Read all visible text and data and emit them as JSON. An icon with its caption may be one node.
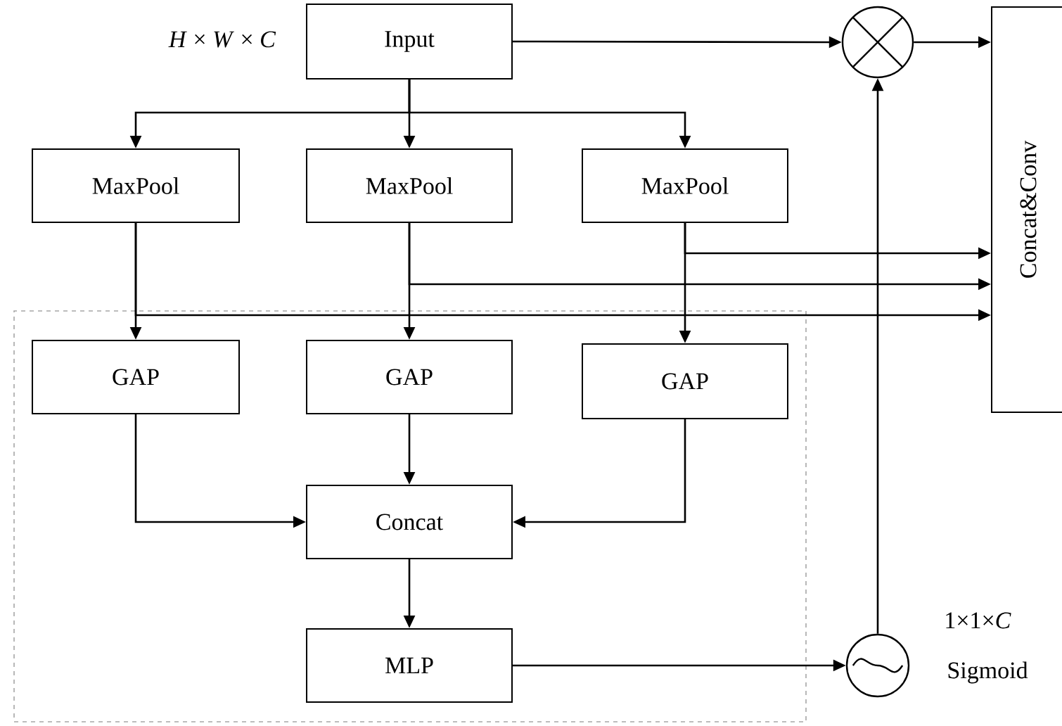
{
  "diagram": {
    "nodes": [
      {
        "text": [
          "Input"
        ],
        "beside": [
          "*H* × *W* × *C*"
        ]
      },
      {
        "text": [
          "MaxPool"
        ]
      },
      {
        "text": [
          "MaxPool"
        ]
      },
      {
        "text": [
          "MaxPool"
        ]
      },
      {
        "text": [],
        "shape": "box"
      },
      {
        "text": [
          "GAP"
        ],
        "in": 4
      },
      {
        "text": [
          "GAP"
        ],
        "in": 4
      },
      {
        "text": [
          "GAP"
        ],
        "in": 4
      },
      {
        "text": [
          "Concat"
        ],
        "in": 4
      },
      {
        "text": [
          "MLP"
        ],
        "in": 4
      },
      {
        "text": [],
        "shape": "circle"
      },
      {
        "text": [],
        "shape": "circle",
        "beside": [
          "1×1×*C*",
          "Sigmoid"
        ]
      },
      {
        "text": [
          "Concat&Conv"
        ]
      }
    ],
    "edges": [
      {
        "from": 0,
        "to": 1,
        "arrow": "to"
      },
      {
        "from": 0,
        "to": 2,
        "arrow": "to"
      },
      {
        "from": 0,
        "to": 3,
        "arrow": "to"
      },
      {
        "from": 0,
        "to": 10,
        "arrow": "to"
      },
      {
        "from": 1,
        "to": 5,
        "arrow": "to"
      },
      {
        "from": 2,
        "to": 6,
        "arrow": "to"
      },
      {
        "from": 3,
        "to": 7,
        "arrow": "to"
      },
      {
        "from": 3,
        "to": 12,
        "arrow": "to"
      },
      {
        "from": 2,
        "to": 12,
        "arrow": "to"
      },
      {
        "from": 1,
        "to": 12,
        "arrow": "to"
      },
      {
        "from": 5,
        "to": 8,
        "arrow": "to"
      },
      {
        "from": 6,
        "to": 8,
        "arrow": "to"
      },
      {
        "from": 7,
        "to": 8,
        "arrow": "to"
      },
      {
        "from": 8,
        "to": 9,
        "arrow": "to"
      },
      {
        "from": 9,
        "to": 11,
        "arrow": "to"
      },
      {
        "from": 11,
        "to": 10,
        "arrow": "to"
      },
      {
        "from": 10,
        "to": 12,
        "arrow": "to"
      }
    ]
  }
}
